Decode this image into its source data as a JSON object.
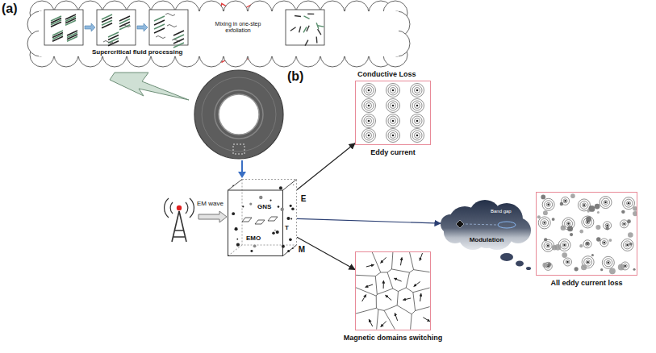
{
  "diagram": {
    "nodes": [
      {
        "text": [
          "Supercritical fluid processing"
        ]
      },
      {
        "text": [
          "Mixing in one-step exfoliation"
        ],
        "in": 0
      },
      {
        "text": [
          "GNS",
          "EMO",
          "T"
        ]
      },
      {
        "text": [
          "Conductive Loss",
          "Eddy current"
        ]
      },
      {
        "text": [
          "Magnetic domains switching"
        ]
      },
      {
        "text": [
          "Modulation",
          "Band gap"
        ]
      },
      {
        "text": [
          "All eddy current loss"
        ]
      }
    ],
    "edges": [
      {
        "from": 2,
        "to": 3,
        "label": "E",
        "arrow": "to"
      },
      {
        "from": 2,
        "to": 4,
        "label": "M",
        "arrow": "to"
      },
      {
        "from": 2,
        "to": 5,
        "arrow": "to"
      }
    ],
    "labels": [
      "(a)",
      "(b)",
      "EM wave"
    ]
  }
}
